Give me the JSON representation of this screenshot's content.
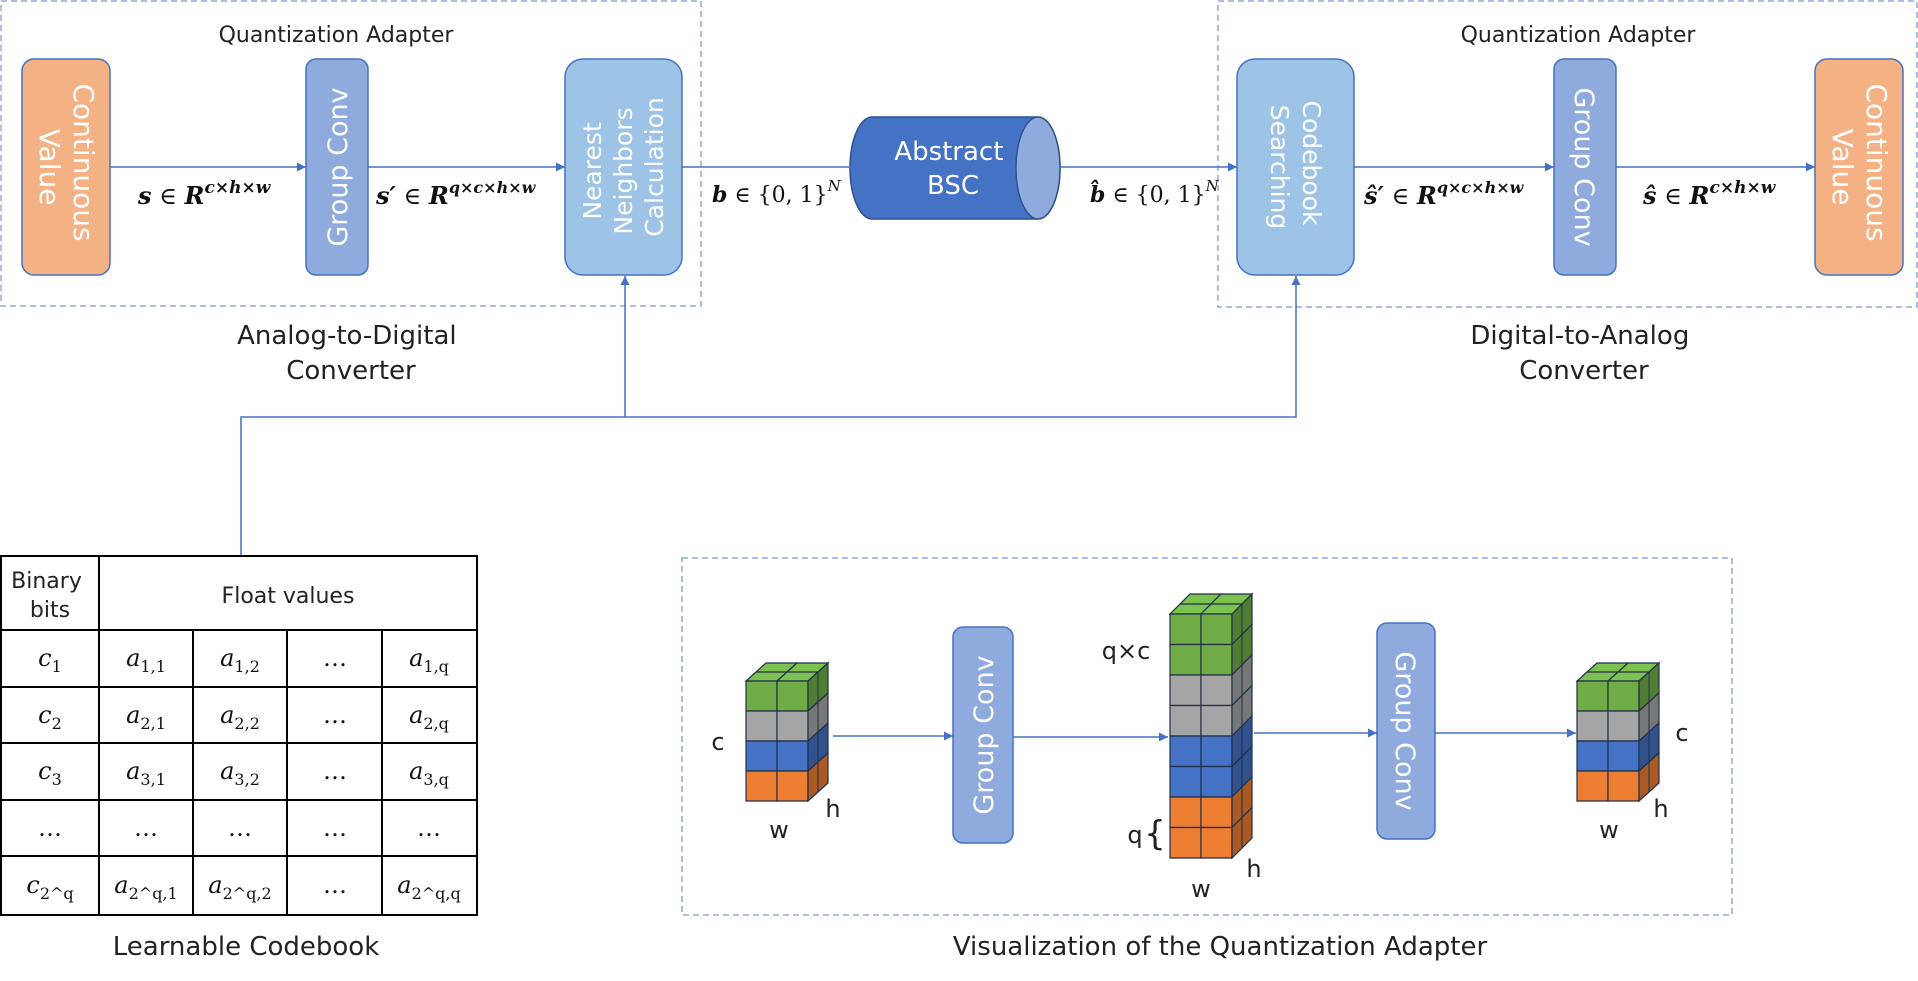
{
  "adc": {
    "adapter_title": "Quantization Adapter",
    "caption_line1": "Analog-to-Digital",
    "caption_line2": "Converter",
    "continuous_line1": "Continuous",
    "continuous_line2": "Value",
    "group_conv": "Group Conv",
    "nn_line1": "Nearest",
    "nn_line2": "Neighbors",
    "nn_line3": "Calculation"
  },
  "dac": {
    "adapter_title": "Quantization Adapter",
    "caption_line1": "Digital-to-Analog",
    "caption_line2": "Converter",
    "codebook_line1": "Codebook",
    "codebook_line2": "Searching",
    "group_conv": "Group Conv",
    "continuous_line1": "Continuous",
    "continuous_line2": "Value"
  },
  "channel": {
    "line1": "Abstract",
    "line2": "BSC"
  },
  "flow_labels": {
    "s": {
      "sym": "s",
      "rel": " ∈ ",
      "set": "R",
      "sup": "c×h×w"
    },
    "s_prime": {
      "sym": "s′",
      "rel": " ∈ ",
      "set": "R",
      "sup": "q×c×h×w"
    },
    "b": {
      "sym": "b",
      "rel": " ∈ {0, 1}",
      "sup": "N"
    },
    "b_hat": {
      "sym": "b̂",
      "rel": " ∈ {0, 1}",
      "sup": "N"
    },
    "s_hat_prime": {
      "sym": "ŝ′",
      "rel": " ∈ ",
      "set": "R",
      "sup": "q×c×h×w"
    },
    "s_hat": {
      "sym": "ŝ",
      "rel": " ∈ ",
      "set": "R",
      "sup": "c×h×w"
    }
  },
  "codebook": {
    "caption": "Learnable Codebook",
    "header_bits_line1": "Binary",
    "header_bits_line2": "bits",
    "header_values": "Float values",
    "rows": [
      {
        "bit": "c",
        "bit_sub": "1",
        "cells": [
          {
            "b": "a",
            "sub": "1,1"
          },
          {
            "b": "a",
            "sub": "1,2"
          },
          {
            "b": "…",
            "sub": ""
          },
          {
            "b": "a",
            "sub": "1,q"
          }
        ]
      },
      {
        "bit": "c",
        "bit_sub": "2",
        "cells": [
          {
            "b": "a",
            "sub": "2,1"
          },
          {
            "b": "a",
            "sub": "2,2"
          },
          {
            "b": "…",
            "sub": ""
          },
          {
            "b": "a",
            "sub": "2,q"
          }
        ]
      },
      {
        "bit": "c",
        "bit_sub": "3",
        "cells": [
          {
            "b": "a",
            "sub": "3,1"
          },
          {
            "b": "a",
            "sub": "3,2"
          },
          {
            "b": "…",
            "sub": ""
          },
          {
            "b": "a",
            "sub": "3,q"
          }
        ]
      },
      {
        "bit": "…",
        "bit_sub": "",
        "cells": [
          {
            "b": "…",
            "sub": ""
          },
          {
            "b": "…",
            "sub": ""
          },
          {
            "b": "…",
            "sub": ""
          },
          {
            "b": "…",
            "sub": ""
          }
        ]
      },
      {
        "bit": "c",
        "bit_sub": "2^q",
        "cells": [
          {
            "b": "a",
            "sub": "2^q,1"
          },
          {
            "b": "a",
            "sub": "2^q,2"
          },
          {
            "b": "…",
            "sub": ""
          },
          {
            "b": "a",
            "sub": "2^q,q"
          }
        ]
      }
    ]
  },
  "visualization": {
    "caption": "Visualization of the Quantization Adapter",
    "group_conv": "Group Conv",
    "left_c": "c",
    "left_w": "w",
    "left_h": "h",
    "mid_qc": "q×c",
    "mid_q": "q",
    "mid_brace": "{",
    "mid_w": "w",
    "mid_h": "h",
    "right_c": "c",
    "right_w": "w",
    "right_h": "h"
  },
  "colors": {
    "orange_box": "#F4B183",
    "group_conv": "#8FAADC",
    "light_blue": "#9DC3E6",
    "dark_blue": "#4472C4",
    "dashed_border": "#8FAADC",
    "arrow": "#4472C4",
    "green": "#70AD47",
    "grey": "#A5A5A5",
    "blue": "#4472C4",
    "orange": "#ED7D31"
  }
}
